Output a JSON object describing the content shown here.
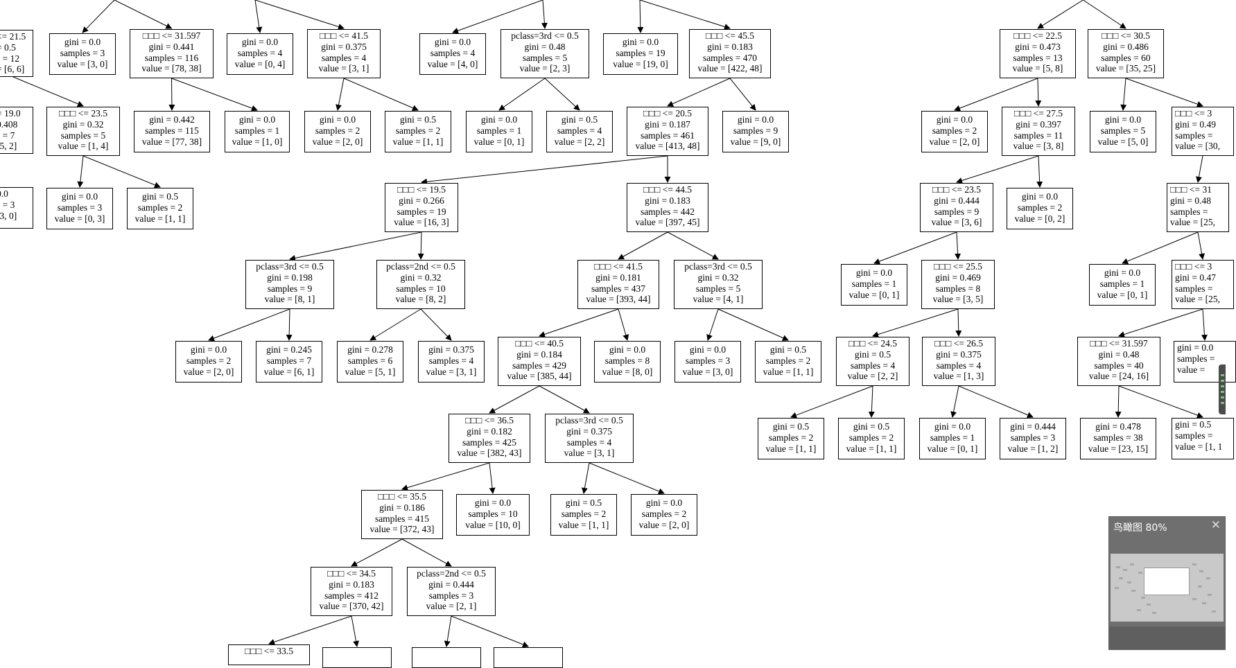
{
  "minimap": {
    "title": "鸟瞰图 80%",
    "close_icon": "close-icon"
  },
  "nodes": [
    {
      "id": "L1",
      "lines": [
        "<= 21.5",
        "= 0.5",
        "s = 12",
        "= [6, 6]"
      ],
      "partial": true
    },
    {
      "id": "L2",
      "lines": [
        "gini = 0.0",
        "samples = 3",
        "value = [3, 0]"
      ],
      "leaf": true
    },
    {
      "id": "L3",
      "lines": [
        "□□□ <= 31.597",
        "gini = 0.441",
        "samples = 116",
        "value = [78, 38]"
      ]
    },
    {
      "id": "L4",
      "lines": [
        "gini = 0.0",
        "samples = 4",
        "value = [0, 4]"
      ],
      "leaf": true
    },
    {
      "id": "L5",
      "lines": [
        "□□□ <= 41.5",
        "gini = 0.375",
        "samples = 4",
        "value = [3, 1]"
      ]
    },
    {
      "id": "L6",
      "lines": [
        "gini = 0.0",
        "samples = 4",
        "value = [4, 0]"
      ],
      "leaf": true
    },
    {
      "id": "L7",
      "lines": [
        "pclass=3rd <= 0.5",
        "gini = 0.48",
        "samples = 5",
        "value = [2, 3]"
      ]
    },
    {
      "id": "L8",
      "lines": [
        "gini = 0.0",
        "samples = 19",
        "value = [19, 0]"
      ],
      "leaf": true
    },
    {
      "id": "L9",
      "lines": [
        "□□□ <= 45.5",
        "gini = 0.183",
        "samples = 470",
        "value = [422, 48]"
      ]
    },
    {
      "id": "L10",
      "lines": [
        "□□□ <= 22.5",
        "gini = 0.473",
        "samples = 13",
        "value = [5, 8]"
      ]
    },
    {
      "id": "L11",
      "lines": [
        "□□□ <= 30.5",
        "gini = 0.486",
        "samples = 60",
        "value = [35, 25]"
      ]
    },
    {
      "id": "M1",
      "lines": [
        "= 19.0",
        "0.408",
        "s = 7",
        "[5, 2]"
      ],
      "partial": true
    },
    {
      "id": "M2",
      "lines": [
        "□□□ <= 23.5",
        "gini = 0.32",
        "samples = 5",
        "value = [1, 4]"
      ]
    },
    {
      "id": "M3",
      "lines": [
        "gini = 0.442",
        "samples = 115",
        "value = [77, 38]"
      ],
      "leaf": true
    },
    {
      "id": "M4",
      "lines": [
        "gini = 0.0",
        "samples = 1",
        "value = [1, 0]"
      ],
      "leaf": true
    },
    {
      "id": "M5",
      "lines": [
        "gini = 0.0",
        "samples = 2",
        "value = [2, 0]"
      ],
      "leaf": true
    },
    {
      "id": "M6",
      "lines": [
        "gini = 0.5",
        "samples = 2",
        "value = [1, 1]"
      ],
      "leaf": true
    },
    {
      "id": "M7",
      "lines": [
        "gini = 0.0",
        "samples = 1",
        "value = [0, 1]"
      ],
      "leaf": true
    },
    {
      "id": "M8",
      "lines": [
        "gini = 0.5",
        "samples = 4",
        "value = [2, 2]"
      ],
      "leaf": true
    },
    {
      "id": "M9",
      "lines": [
        "□□□ <= 20.5",
        "gini = 0.187",
        "samples = 461",
        "value = [413, 48]"
      ]
    },
    {
      "id": "M10",
      "lines": [
        "gini = 0.0",
        "samples = 9",
        "value = [9, 0]"
      ],
      "leaf": true
    },
    {
      "id": "M11",
      "lines": [
        "gini = 0.0",
        "samples = 2",
        "value = [2, 0]"
      ],
      "leaf": true
    },
    {
      "id": "M12",
      "lines": [
        "□□□ <= 27.5",
        "gini = 0.397",
        "samples = 11",
        "value = [3, 8]"
      ]
    },
    {
      "id": "M13",
      "lines": [
        "gini = 0.0",
        "samples = 5",
        "value = [5, 0]"
      ],
      "leaf": true
    },
    {
      "id": "M14",
      "lines": [
        "□□□ <= 3",
        "gini = 0.49",
        "samples =",
        "value = [30,"
      ],
      "partial": true
    },
    {
      "id": "N1",
      "lines": [
        "0.0",
        "s = 3",
        "[3, 0]"
      ],
      "partial": true
    },
    {
      "id": "N2",
      "lines": [
        "gini = 0.0",
        "samples = 3",
        "value = [0, 3]"
      ],
      "leaf": true
    },
    {
      "id": "N3",
      "lines": [
        "gini = 0.5",
        "samples = 2",
        "value = [1, 1]"
      ],
      "leaf": true
    },
    {
      "id": "N4",
      "lines": [
        "□□□ <= 19.5",
        "gini = 0.266",
        "samples = 19",
        "value = [16, 3]"
      ]
    },
    {
      "id": "N5",
      "lines": [
        "□□□ <= 44.5",
        "gini = 0.183",
        "samples = 442",
        "value = [397, 45]"
      ]
    },
    {
      "id": "N6",
      "lines": [
        "□□□ <= 23.5",
        "gini = 0.444",
        "samples = 9",
        "value = [3, 6]"
      ]
    },
    {
      "id": "N7",
      "lines": [
        "gini = 0.0",
        "samples = 2",
        "value = [0, 2]"
      ],
      "leaf": true
    },
    {
      "id": "N8",
      "lines": [
        "□□□ <= 31",
        "gini = 0.48",
        "samples =",
        "value = [25,"
      ],
      "partial": true
    },
    {
      "id": "P1",
      "lines": [
        "pclass=3rd <= 0.5",
        "gini = 0.198",
        "samples = 9",
        "value = [8, 1]"
      ]
    },
    {
      "id": "P2",
      "lines": [
        "pclass=2nd <= 0.5",
        "gini = 0.32",
        "samples = 10",
        "value = [8, 2]"
      ]
    },
    {
      "id": "P3",
      "lines": [
        "□□□ <= 41.5",
        "gini = 0.181",
        "samples = 437",
        "value = [393, 44]"
      ]
    },
    {
      "id": "P4",
      "lines": [
        "pclass=3rd <= 0.5",
        "gini = 0.32",
        "samples = 5",
        "value = [4, 1]"
      ]
    },
    {
      "id": "P5",
      "lines": [
        "gini = 0.0",
        "samples = 1",
        "value = [0, 1]"
      ],
      "leaf": true
    },
    {
      "id": "P6",
      "lines": [
        "□□□ <= 25.5",
        "gini = 0.469",
        "samples = 8",
        "value = [3, 5]"
      ]
    },
    {
      "id": "P7",
      "lines": [
        "gini = 0.0",
        "samples = 1",
        "value = [0, 1]"
      ],
      "leaf": true
    },
    {
      "id": "P8",
      "lines": [
        "□□□ <= 3",
        "gini = 0.47",
        "samples =",
        "value = [25,"
      ],
      "partial": true
    },
    {
      "id": "Q1",
      "lines": [
        "gini = 0.0",
        "samples = 2",
        "value = [2, 0]"
      ],
      "leaf": true
    },
    {
      "id": "Q2",
      "lines": [
        "gini = 0.245",
        "samples = 7",
        "value = [6, 1]"
      ],
      "leaf": true
    },
    {
      "id": "Q3",
      "lines": [
        "gini = 0.278",
        "samples = 6",
        "value = [5, 1]"
      ],
      "leaf": true
    },
    {
      "id": "Q4",
      "lines": [
        "gini = 0.375",
        "samples = 4",
        "value = [3, 1]"
      ],
      "leaf": true
    },
    {
      "id": "Q5",
      "lines": [
        "□□□ <= 40.5",
        "gini = 0.184",
        "samples = 429",
        "value = [385, 44]"
      ]
    },
    {
      "id": "Q6",
      "lines": [
        "gini = 0.0",
        "samples = 8",
        "value = [8, 0]"
      ],
      "leaf": true
    },
    {
      "id": "Q7",
      "lines": [
        "gini = 0.0",
        "samples = 3",
        "value = [3, 0]"
      ],
      "leaf": true
    },
    {
      "id": "Q8",
      "lines": [
        "gini = 0.5",
        "samples = 2",
        "value = [1, 1]"
      ],
      "leaf": true
    },
    {
      "id": "Q9",
      "lines": [
        "□□□ <= 24.5",
        "gini = 0.5",
        "samples = 4",
        "value = [2, 2]"
      ]
    },
    {
      "id": "Q10",
      "lines": [
        "□□□ <= 26.5",
        "gini = 0.375",
        "samples = 4",
        "value = [1, 3]"
      ]
    },
    {
      "id": "Q11",
      "lines": [
        "□□□ <= 31.597",
        "gini = 0.48",
        "samples = 40",
        "value = [24, 16]"
      ]
    },
    {
      "id": "Q12",
      "lines": [
        "gini = 0.0",
        "samples =",
        "value ="
      ],
      "partial": true
    },
    {
      "id": "R1",
      "lines": [
        "□□□ <= 36.5",
        "gini = 0.182",
        "samples = 425",
        "value = [382, 43]"
      ]
    },
    {
      "id": "R2",
      "lines": [
        "pclass=3rd <= 0.5",
        "gini = 0.375",
        "samples = 4",
        "value = [3, 1]"
      ]
    },
    {
      "id": "R3",
      "lines": [
        "gini = 0.5",
        "samples = 2",
        "value = [1, 1]"
      ],
      "leaf": true
    },
    {
      "id": "R4",
      "lines": [
        "gini = 0.5",
        "samples = 2",
        "value = [1, 1]"
      ],
      "leaf": true
    },
    {
      "id": "R5",
      "lines": [
        "gini = 0.0",
        "samples = 1",
        "value = [0, 1]"
      ],
      "leaf": true
    },
    {
      "id": "R6",
      "lines": [
        "gini = 0.444",
        "samples = 3",
        "value = [1, 2]"
      ],
      "leaf": true
    },
    {
      "id": "R7",
      "lines": [
        "gini = 0.478",
        "samples = 38",
        "value = [23, 15]"
      ],
      "leaf": true
    },
    {
      "id": "R8",
      "lines": [
        "gini = 0.5",
        "samples =",
        "value = [1, 1"
      ],
      "partial": true
    },
    {
      "id": "S1",
      "lines": [
        "□□□ <= 35.5",
        "gini = 0.186",
        "samples = 415",
        "value = [372, 43]"
      ]
    },
    {
      "id": "S2",
      "lines": [
        "gini = 0.0",
        "samples = 10",
        "value = [10, 0]"
      ],
      "leaf": true
    },
    {
      "id": "S3",
      "lines": [
        "gini = 0.5",
        "samples = 2",
        "value = [1, 1]"
      ],
      "leaf": true
    },
    {
      "id": "S4",
      "lines": [
        "gini = 0.0",
        "samples = 2",
        "value = [2, 0]"
      ],
      "leaf": true
    },
    {
      "id": "T1",
      "lines": [
        "□□□ <= 34.5",
        "gini = 0.183",
        "samples = 412",
        "value = [370, 42]"
      ]
    },
    {
      "id": "T2",
      "lines": [
        "pclass=2nd <= 0.5",
        "gini = 0.444",
        "samples = 3",
        "value = [2, 1]"
      ]
    },
    {
      "id": "U1",
      "lines": [
        "□□□ <= 33.5"
      ]
    },
    {
      "id": "U2",
      "lines": [
        ""
      ]
    },
    {
      "id": "U3",
      "lines": [
        ""
      ]
    },
    {
      "id": "U4",
      "lines": [
        ""
      ]
    }
  ],
  "edges": [
    [
      "TOP1",
      "L2"
    ],
    [
      "TOP1",
      "L3"
    ],
    [
      "TOP2",
      "L4"
    ],
    [
      "TOP2",
      "L5"
    ],
    [
      "TOP3",
      "L6"
    ],
    [
      "TOP3",
      "L7"
    ],
    [
      "TOP4",
      "L8"
    ],
    [
      "TOP4",
      "L9"
    ],
    [
      "TOP5",
      "L10"
    ],
    [
      "TOP5",
      "L11"
    ],
    [
      "L1",
      "M2"
    ],
    [
      "L3",
      "M3"
    ],
    [
      "L3",
      "M4"
    ],
    [
      "L5",
      "M5"
    ],
    [
      "L5",
      "M6"
    ],
    [
      "L7",
      "M7"
    ],
    [
      "L7",
      "M8"
    ],
    [
      "L9",
      "M9"
    ],
    [
      "L9",
      "M10"
    ],
    [
      "L10",
      "M11"
    ],
    [
      "L10",
      "M12"
    ],
    [
      "L11",
      "M13"
    ],
    [
      "L11",
      "M14"
    ],
    [
      "M2",
      "N2"
    ],
    [
      "M2",
      "N3"
    ],
    [
      "M9",
      "N4"
    ],
    [
      "M9",
      "N5"
    ],
    [
      "M12",
      "N6"
    ],
    [
      "M12",
      "N7"
    ],
    [
      "M14",
      "N8"
    ],
    [
      "N4",
      "P1"
    ],
    [
      "N4",
      "P2"
    ],
    [
      "N5",
      "P3"
    ],
    [
      "N5",
      "P4"
    ],
    [
      "N6",
      "P5"
    ],
    [
      "N6",
      "P6"
    ],
    [
      "N8",
      "P7"
    ],
    [
      "N8",
      "P8"
    ],
    [
      "P1",
      "Q1"
    ],
    [
      "P1",
      "Q2"
    ],
    [
      "P2",
      "Q3"
    ],
    [
      "P2",
      "Q4"
    ],
    [
      "P3",
      "Q5"
    ],
    [
      "P3",
      "Q6"
    ],
    [
      "P4",
      "Q7"
    ],
    [
      "P4",
      "Q8"
    ],
    [
      "P6",
      "Q9"
    ],
    [
      "P6",
      "Q10"
    ],
    [
      "P8",
      "Q11"
    ],
    [
      "P8",
      "Q12"
    ],
    [
      "Q5",
      "R1"
    ],
    [
      "Q5",
      "R2"
    ],
    [
      "Q9",
      "R3"
    ],
    [
      "Q9",
      "R4"
    ],
    [
      "Q10",
      "R5"
    ],
    [
      "Q10",
      "R6"
    ],
    [
      "Q11",
      "R7"
    ],
    [
      "Q11",
      "R8"
    ],
    [
      "R1",
      "S1"
    ],
    [
      "R1",
      "S2"
    ],
    [
      "R2",
      "S3"
    ],
    [
      "R2",
      "S4"
    ],
    [
      "S1",
      "T1"
    ],
    [
      "S1",
      "T2"
    ],
    [
      "T1",
      "U1"
    ],
    [
      "T1",
      "U2"
    ],
    [
      "T2",
      "U3"
    ],
    [
      "T2",
      "U4"
    ]
  ]
}
